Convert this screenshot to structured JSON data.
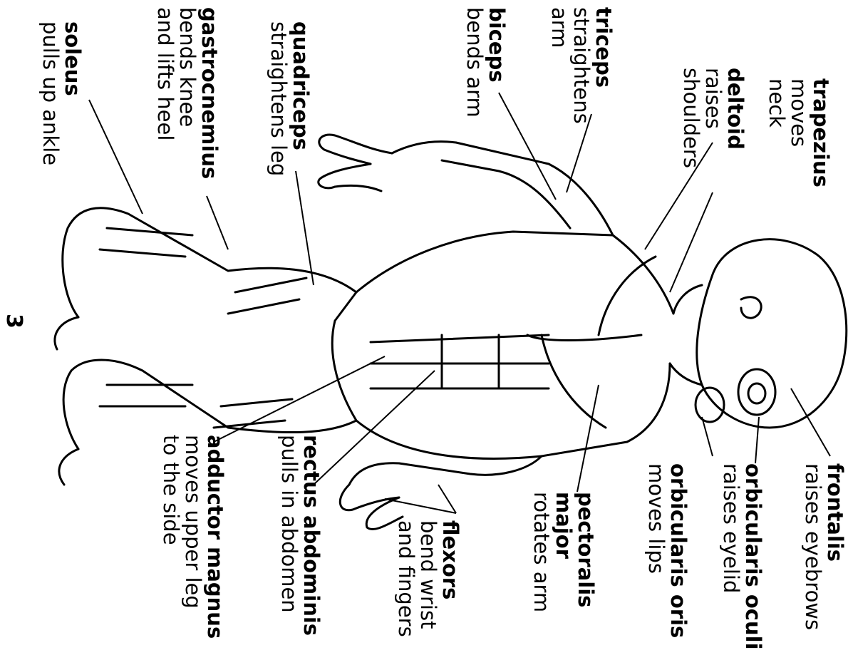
{
  "page_number": "3",
  "colors": {
    "ink": "#000000",
    "paper": "#ffffff"
  },
  "labels": {
    "trapezius": {
      "name": "trapezius",
      "desc": [
        "moves",
        "neck"
      ]
    },
    "deltoid": {
      "name": "deltoid",
      "desc": [
        "raises",
        "shoulders"
      ]
    },
    "triceps": {
      "name": "triceps",
      "desc": [
        "straightens",
        "arm"
      ]
    },
    "biceps": {
      "name": "biceps",
      "desc": [
        "bends arm"
      ]
    },
    "quadriceps": {
      "name": "quadriceps",
      "desc": [
        "straightens leg"
      ]
    },
    "gastrocnemius": {
      "name": "gastrocnemius",
      "desc": [
        "bends knee",
        "and lifts heel"
      ]
    },
    "soleus": {
      "name": "soleus",
      "desc": [
        "pulls up ankle"
      ]
    },
    "frontalis": {
      "name": "frontalis",
      "desc": [
        "raises eyebrows"
      ]
    },
    "orbicularis_oculi": {
      "name": "orbicularis oculi",
      "desc": [
        "raises eyelid"
      ]
    },
    "orbicularis_oris": {
      "name": "orbicularis oris",
      "desc": [
        "moves lips"
      ]
    },
    "pectoralis_major": {
      "name": "pectoralis",
      "name2": "major",
      "desc": [
        "rotates arm"
      ]
    },
    "flexors": {
      "name": "flexors",
      "desc": [
        "bend wrist",
        "and fingers"
      ]
    },
    "rectus_abdominis": {
      "name": "rectus abdominis",
      "desc": [
        "pulls in abdomen"
      ]
    },
    "adductor_magnus": {
      "name": "adductor magnus",
      "desc": [
        "moves upper leg",
        "to the side"
      ]
    }
  }
}
